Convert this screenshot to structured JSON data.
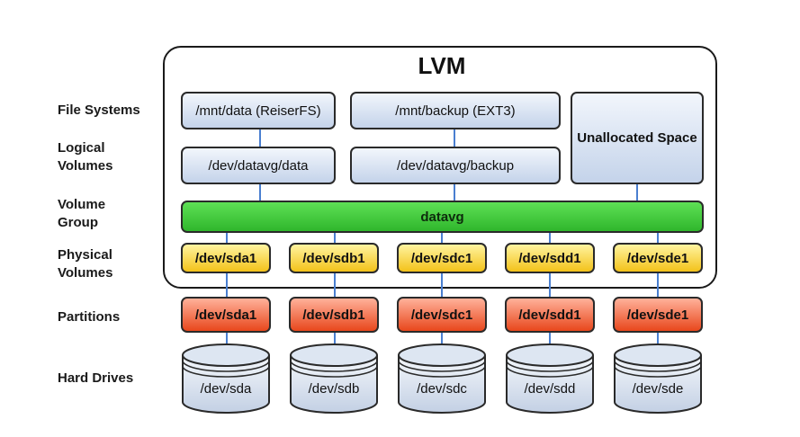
{
  "title": "LVM",
  "layers": {
    "file_systems": [
      "File Systems"
    ],
    "logical_volumes": [
      "Logical",
      "Volumes"
    ],
    "volume_group": [
      "Volume",
      "Group"
    ],
    "physical_volumes": [
      "Physical",
      "Volumes"
    ],
    "partitions": [
      "Partitions"
    ],
    "hard_drives": [
      "Hard Drives"
    ]
  },
  "file_systems": [
    "/mnt/data (ReiserFS)",
    "/mnt/backup (EXT3)"
  ],
  "logical_volumes": [
    "/dev/datavg/data",
    "/dev/datavg/backup"
  ],
  "unallocated": "Unallocated Space",
  "volume_group": "datavg",
  "physical_volumes": [
    "/dev/sda1",
    "/dev/sdb1",
    "/dev/sdc1",
    "/dev/sdd1",
    "/dev/sde1"
  ],
  "partitions": [
    "/dev/sda1",
    "/dev/sdb1",
    "/dev/sdc1",
    "/dev/sdd1",
    "/dev/sde1"
  ],
  "hard_drives": [
    "/dev/sda",
    "/dev/sdb",
    "/dev/sdc",
    "/dev/sdd",
    "/dev/sde"
  ],
  "colors": {
    "connector": "#4a7fd0",
    "volume_group": "#3ccb36",
    "physical_volume": "#f6d43a",
    "partition": "#f0612e",
    "logical": "#d4dff0"
  }
}
